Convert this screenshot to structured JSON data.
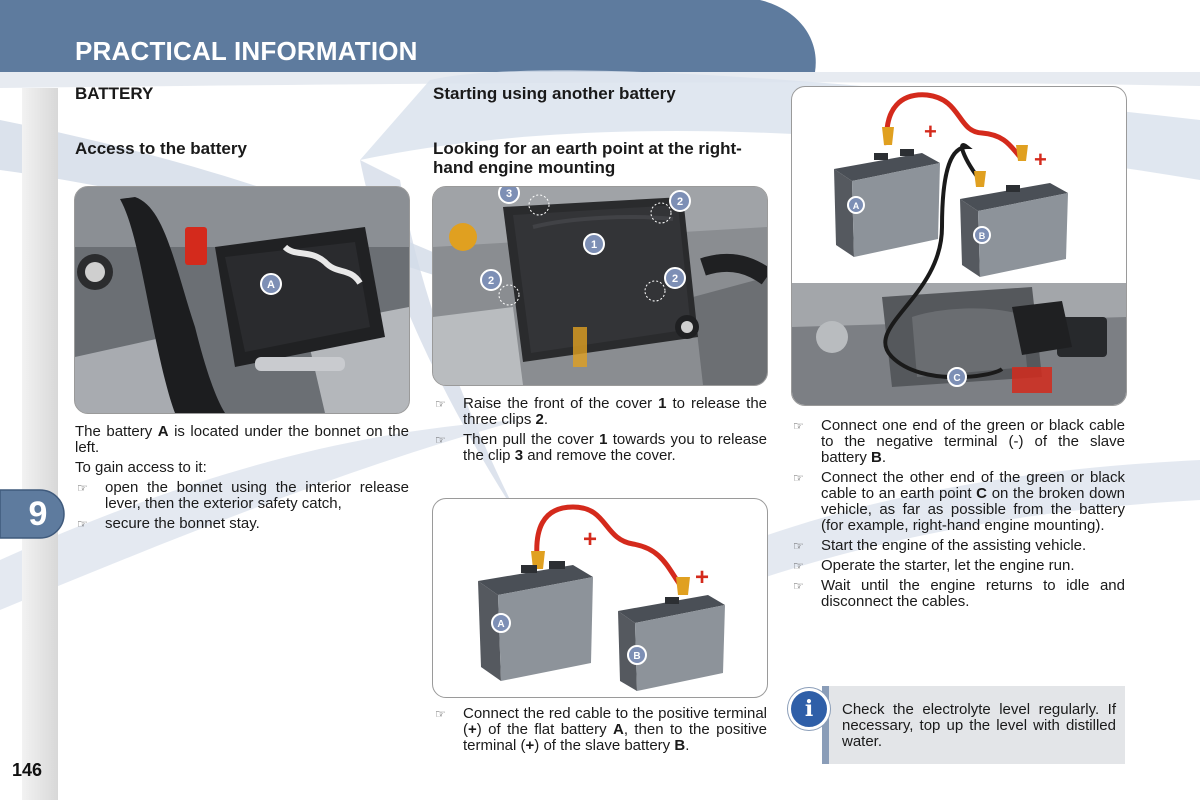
{
  "header": {
    "title": "PRACTICAL INFORMATION"
  },
  "chapter": {
    "number": "9"
  },
  "page": {
    "number": "146"
  },
  "left_column": {
    "section_title": "BATTERY",
    "subsection_title": "Access to the battery",
    "photo_labels": [
      "A"
    ],
    "intro_parts": [
      "The battery ",
      "A",
      " is located under the bonnet on the left."
    ],
    "lead": "To gain access to it:",
    "steps": [
      "open the bonnet using the interior release lever, then the exterior safety catch,",
      "secure the bonnet stay."
    ]
  },
  "middle_column": {
    "section_title": "Starting using another battery",
    "subsection_title": "Looking for an earth point at the right-hand engine mounting",
    "photo_labels": [
      "1",
      "2",
      "2",
      "2",
      "3"
    ],
    "steps": [
      {
        "parts": [
          "Raise the front of the cover ",
          "1",
          " to release the three clips ",
          "2",
          "."
        ]
      },
      {
        "parts": [
          "Then pull the cover ",
          "1",
          " towards you to release the clip ",
          "3",
          " and remove the cover."
        ]
      },
      {
        "parts": [
          "Connect the red cable to the positive terminal (",
          "+",
          ") of the flat battery ",
          "A",
          ", then to the positive terminal (",
          "+",
          ") of the slave battery ",
          "B",
          "."
        ]
      }
    ],
    "diagram_labels": {
      "battery_a": "A",
      "battery_b": "B",
      "plus_1": "+",
      "plus_2": "+"
    }
  },
  "right_column": {
    "diagram_labels": {
      "battery_a": "A",
      "battery_b": "B",
      "earth_point": "C",
      "plus_1": "+",
      "plus_2": "+"
    },
    "steps": [
      {
        "parts": [
          "Connect one end of the green or black cable to the negative terminal (-) of the slave battery ",
          "B",
          "."
        ]
      },
      {
        "parts": [
          "Connect the other end of the green or black cable to an earth point ",
          "C",
          " on the broken down vehicle, as far as possible from the battery (for example, right-hand engine mounting)."
        ]
      },
      {
        "parts": [
          "Start the engine of the assisting vehicle."
        ]
      },
      {
        "parts": [
          "Operate the starter, let the engine run."
        ]
      },
      {
        "parts": [
          "Wait until the engine returns to idle and disconnect the cables."
        ]
      }
    ],
    "info": {
      "icon": "info-icon",
      "text": "Check the electrolyte level regularly. If necessary, top up the level with distilled water."
    }
  },
  "colors": {
    "header_blue": "#5e7b9e",
    "swoosh_light": "#c9d3e0",
    "cable_red": "#d42a1c",
    "clamp_gold": "#e0a020",
    "battery_grey": "#6a7078",
    "label_blue": "#7d8fb5",
    "info_blue": "#2f5fa8"
  }
}
